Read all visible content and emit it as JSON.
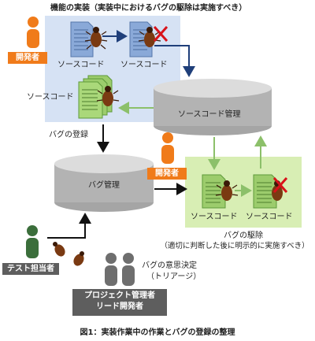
{
  "title": "機能の実装（実装中におけるバグの駆除は実施すべき）",
  "roles": {
    "developer": "開発者",
    "tester": "テスト担当者",
    "pm": "プロジェクト管理者",
    "lead": "リード開発者"
  },
  "docs": {
    "source_code": "ソースコード"
  },
  "stores": {
    "source_mgmt": "ソースコード管理",
    "bug_mgmt": "バグ管理"
  },
  "labels": {
    "bug_register": "バグの登録",
    "bug_fix_title": "バグの駆除",
    "bug_fix_note": "（適切に判断した後に明示的に実施すべき）",
    "decision_title": "バグの意思決定",
    "decision_sub": "（トリアージ）"
  },
  "caption": "図1：実装作業中の作業とバグの登録の整理",
  "colors": {
    "blue_panel": "#d6e2f4",
    "green_panel": "#d8eeb4",
    "orange": "#f07b1a",
    "gray_person": "#6e6e6e",
    "dark_box": "#5e5e5e",
    "green_person": "#3b6e3b",
    "arrow_blue": "#1f3f7a",
    "arrow_green": "#8cc06a",
    "arrow_black": "#111111"
  }
}
